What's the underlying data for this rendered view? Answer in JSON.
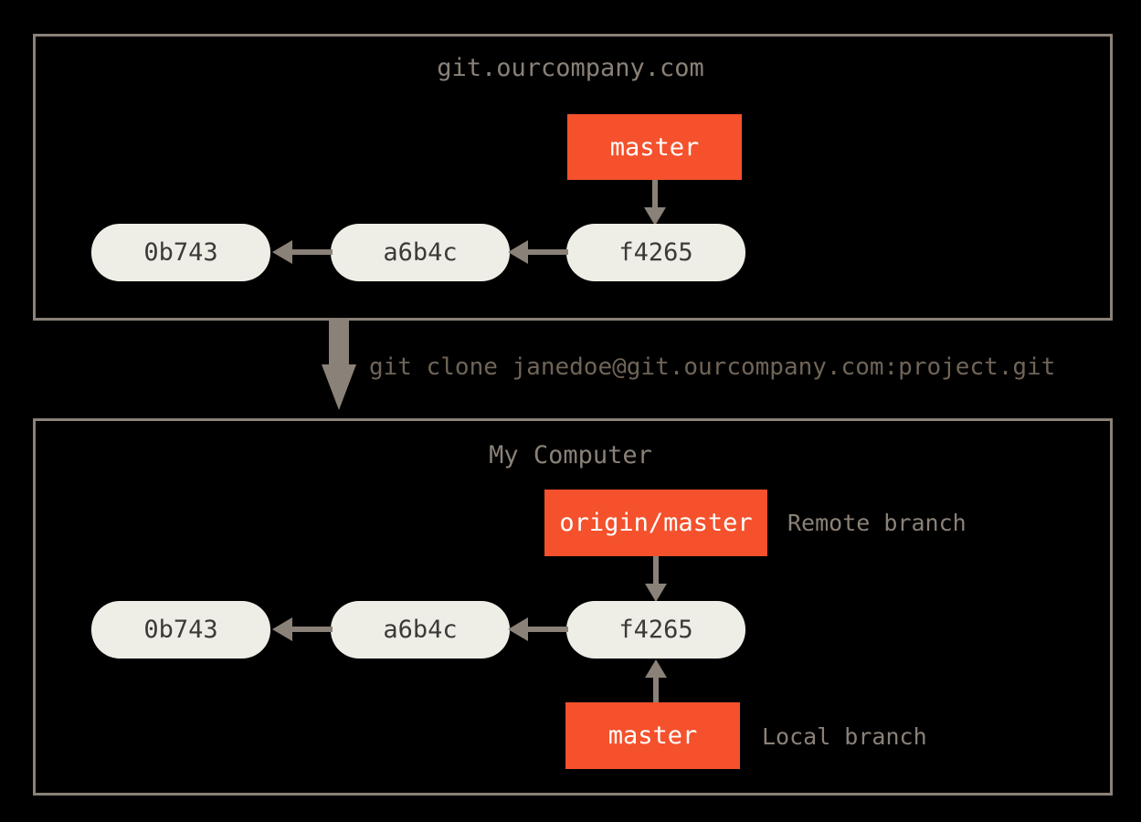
{
  "colors": {
    "background": "#000000",
    "panel_border": "#8a8178",
    "commit_fill": "#efeee6",
    "commit_text": "#3b3a38",
    "branch_fill": "#f4512c",
    "branch_text": "#ffffff",
    "label_text": "#8a8178",
    "command_text": "#6f6457",
    "arrow": "#8a8178"
  },
  "remote_panel": {
    "title": "git.ourcompany.com",
    "branch": {
      "label": "master"
    },
    "commits": [
      {
        "id": "0b743"
      },
      {
        "id": "a6b4c"
      },
      {
        "id": "f4265"
      }
    ]
  },
  "clone": {
    "command": "git clone janedoe@git.ourcompany.com:project.git"
  },
  "local_panel": {
    "title": "My Computer",
    "remote_branch": {
      "label": "origin/master",
      "caption": "Remote branch"
    },
    "local_branch": {
      "label": "master",
      "caption": "Local branch"
    },
    "commits": [
      {
        "id": "0b743"
      },
      {
        "id": "a6b4c"
      },
      {
        "id": "f4265"
      }
    ]
  }
}
